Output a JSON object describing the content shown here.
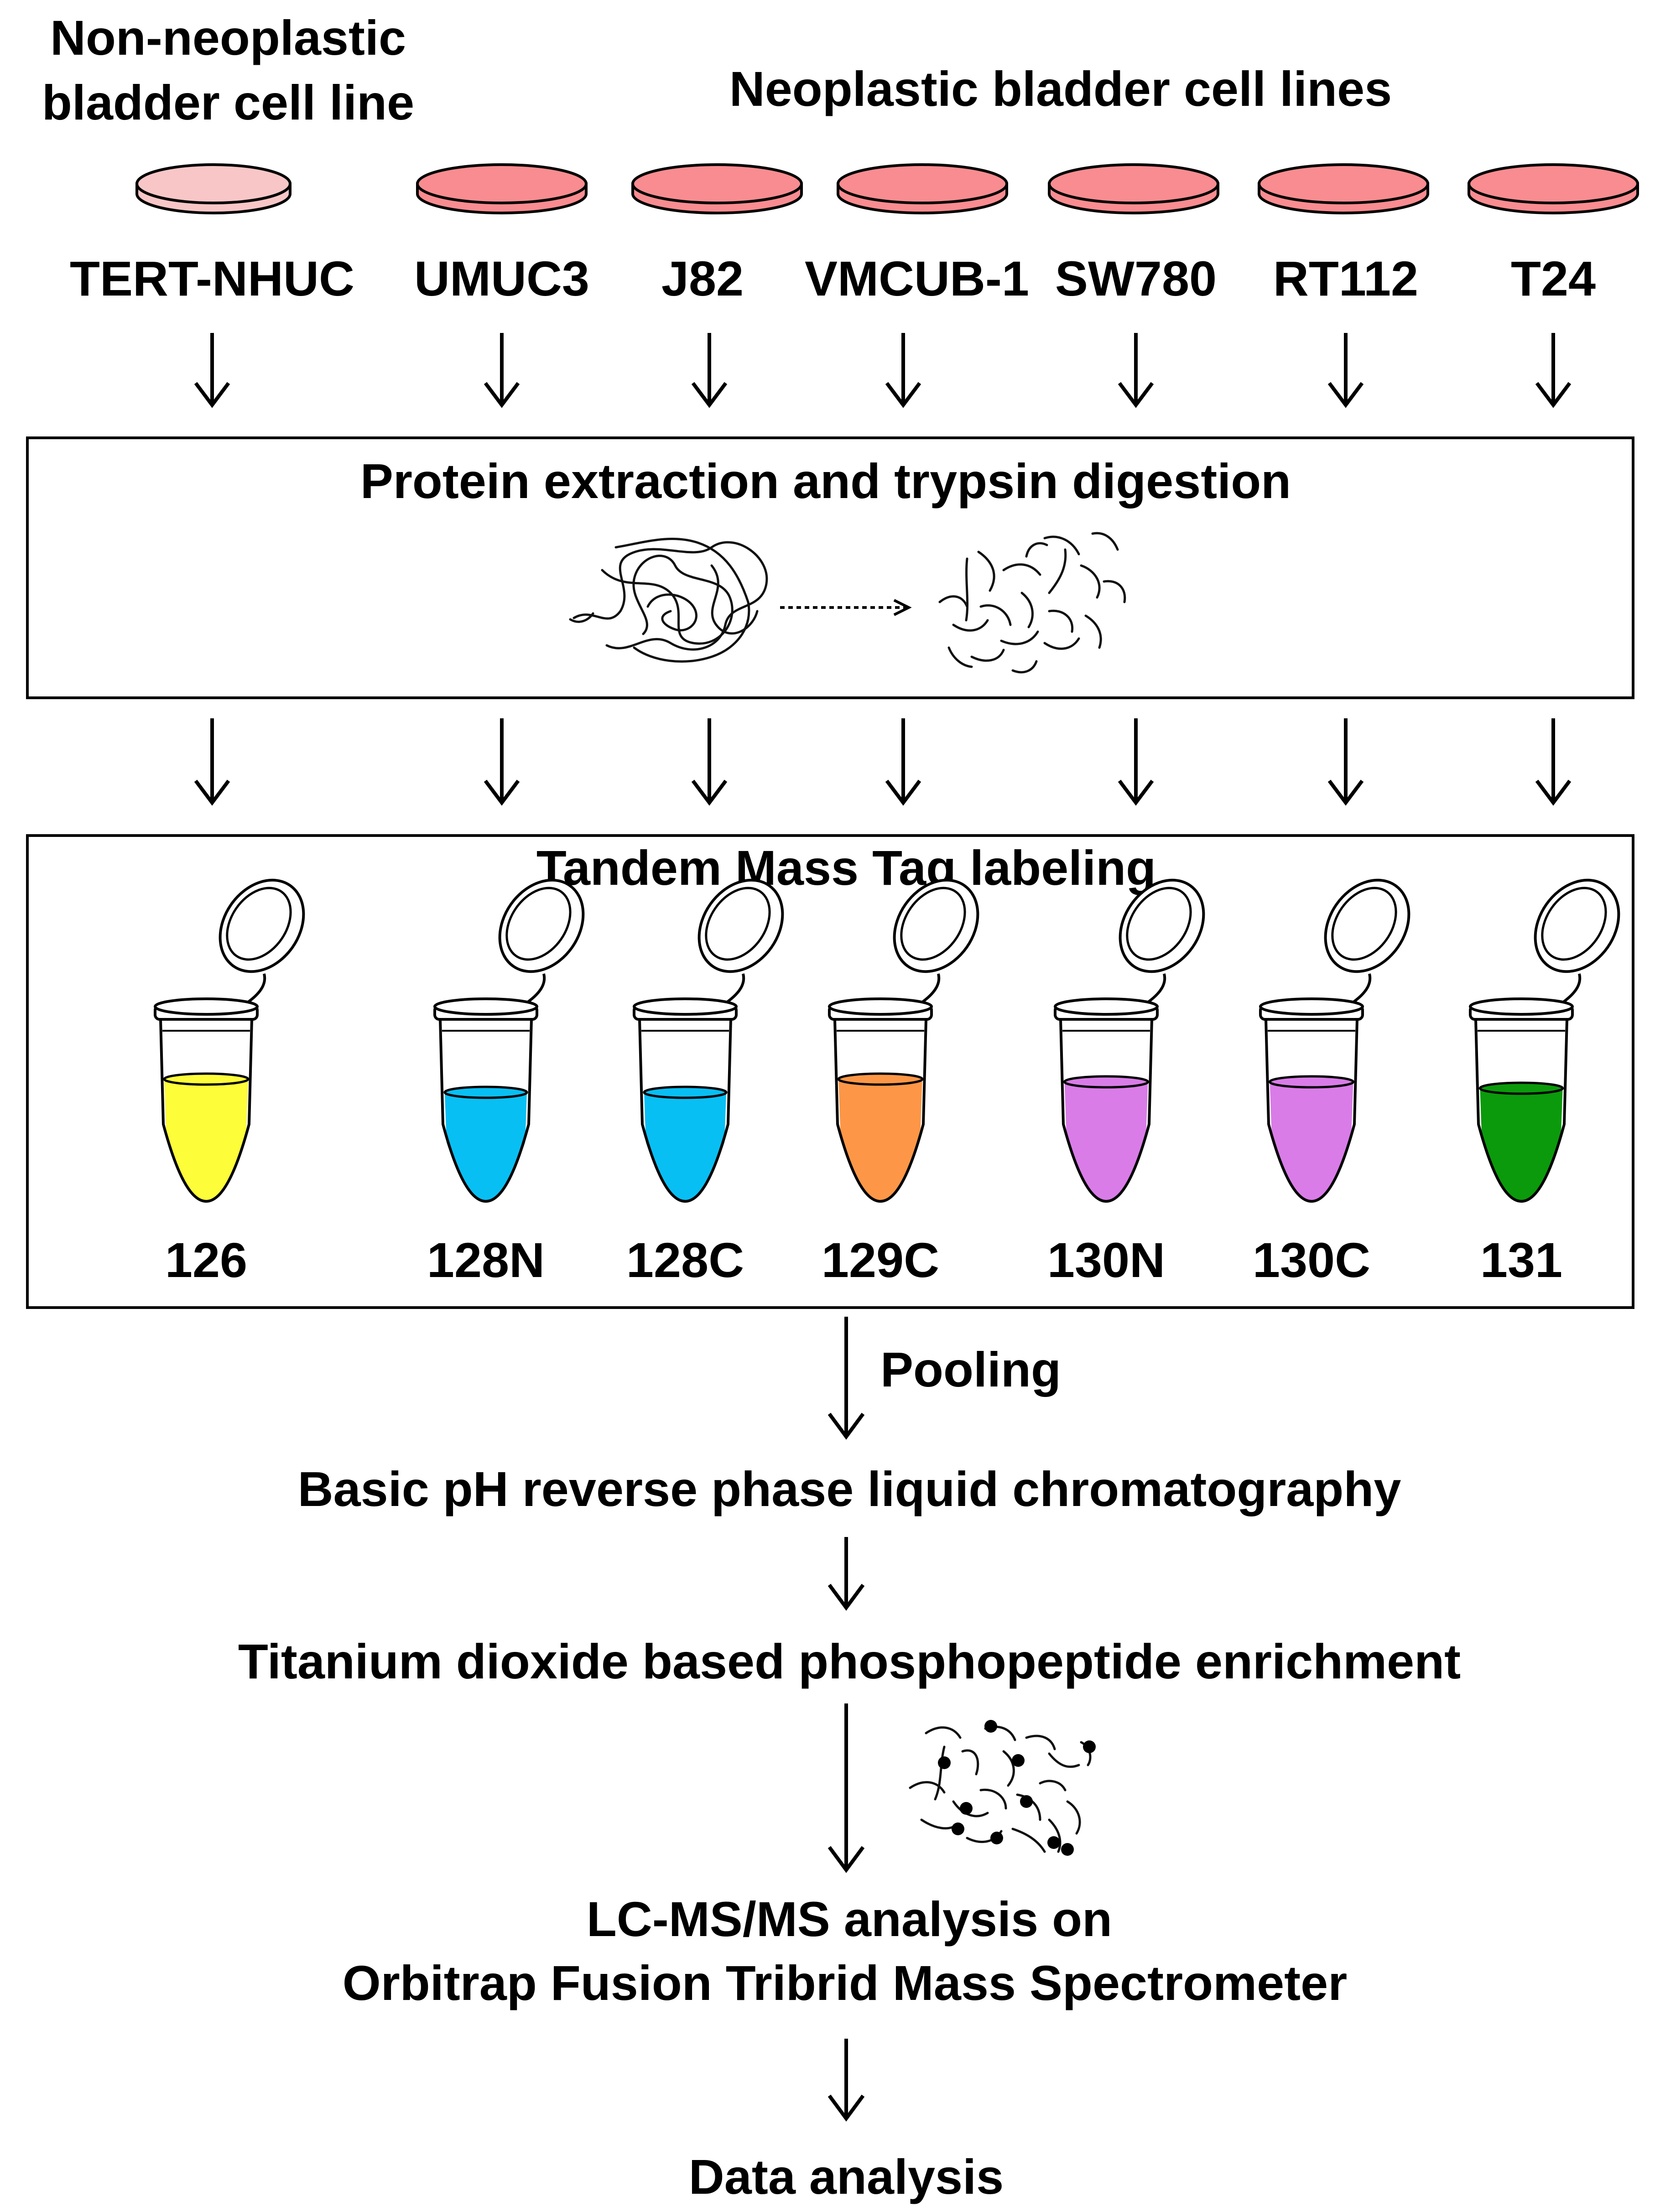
{
  "header": {
    "non_neoplastic_line1": "Non-neoplastic",
    "non_neoplastic_line2": "bladder cell line",
    "neoplastic": "Neoplastic bladder cell lines"
  },
  "cell_lines": [
    {
      "name": "TERT-NHUC",
      "dish_color": "#f8c6c6"
    },
    {
      "name": "UMUC3",
      "dish_color": "#f98c90"
    },
    {
      "name": "J82",
      "dish_color": "#f98c90"
    },
    {
      "name": "VMCUB-1",
      "dish_color": "#f98c90"
    },
    {
      "name": "SW780",
      "dish_color": "#f98c90"
    },
    {
      "name": "RT112",
      "dish_color": "#f98c90"
    },
    {
      "name": "T24",
      "dish_color": "#f98c90"
    }
  ],
  "steps": {
    "digestion": "Protein extraction and trypsin digestion",
    "tmt": "Tandem Mass Tag labeling",
    "pooling": "Pooling",
    "bprplc": "Basic pH reverse phase liquid chromatography",
    "tio2": "Titanium dioxide based phosphopeptide enrichment",
    "lcms_line1": "LC-MS/MS analysis on",
    "lcms_line2": "Orbitrap Fusion Tribrid Mass Spectrometer",
    "data": "Data analysis"
  },
  "tags": [
    {
      "label": "126",
      "color": "#fdfd3a"
    },
    {
      "label": "128N",
      "color": "#08bff4"
    },
    {
      "label": "128C",
      "color": "#08bff4"
    },
    {
      "label": "129C",
      "color": "#fd9747"
    },
    {
      "label": "130N",
      "color": "#d97ce8"
    },
    {
      "label": "130C",
      "color": "#d97ce8"
    },
    {
      "label": "131",
      "color": "#0b9a0b"
    }
  ]
}
